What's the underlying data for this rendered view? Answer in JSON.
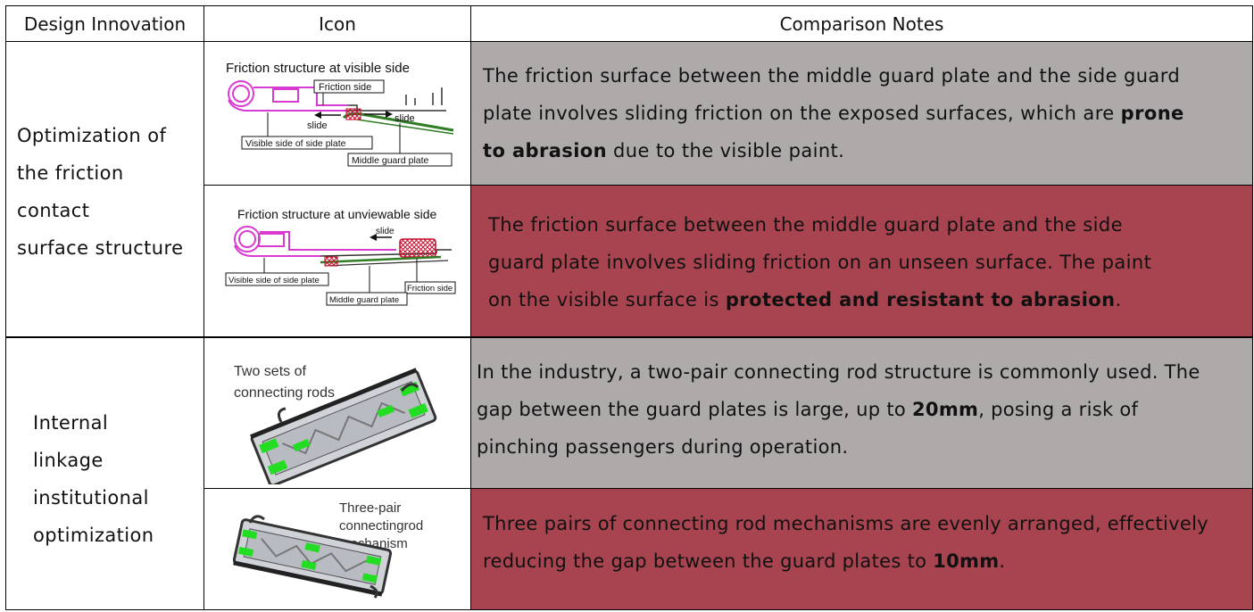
{
  "header": {
    "col1": "Design Innovation",
    "col2": "Icon",
    "col3": "Comparison Notes"
  },
  "rows": [
    {
      "category_lines": [
        "Optimization of",
        "the friction",
        "contact",
        "surface structure"
      ],
      "items": [
        {
          "icon": {
            "title": "Friction structure at visible side",
            "labels": {
              "friction_side": "Friction side",
              "slide_left": "slide",
              "slide_right": "slide",
              "visible_side": "Visible side of side plate",
              "middle_plate": "Middle guard plate"
            }
          },
          "note": {
            "lines": [
              [
                {
                  "t": "The friction surface between the middle guard plate and the side guard"
                }
              ],
              [
                {
                  "t": "plate involves sliding friction on the exposed surfaces, which are "
                },
                {
                  "t": "prone",
                  "b": true
                }
              ],
              [
                {
                  "t": "to abrasion",
                  "b": true
                },
                {
                  "t": " due to the visible paint."
                }
              ]
            ]
          }
        },
        {
          "icon": {
            "title": "Friction structure at unviewable side",
            "labels": {
              "slide": "slide",
              "visible_side": "Visible side of side plate",
              "friction_side": "Friction side",
              "middle_plate": "Middle guard plate"
            }
          },
          "note": {
            "lines": [
              [
                {
                  "t": "The friction surface between the middle guard plate and the side"
                }
              ],
              [
                {
                  "t": "guard plate involves sliding friction on an unseen surface. The paint"
                }
              ],
              [
                {
                  "t": "on the visible surface is "
                },
                {
                  "t": "protected and resistant to abrasion",
                  "b": true
                },
                {
                  "t": "."
                }
              ]
            ]
          }
        }
      ]
    },
    {
      "category_lines": [
        "Internal",
        "linkage",
        "institutional",
        "optimization"
      ],
      "items": [
        {
          "icon": {
            "caption_lines": [
              "Two sets of",
              "connecting rods"
            ]
          },
          "note": {
            "lines": [
              [
                {
                  "t": "In the industry, a two-pair connecting rod structure is commonly used. The"
                }
              ],
              [
                {
                  "t": "gap between the guard plates is large, up to "
                },
                {
                  "t": "20mm",
                  "b": true
                },
                {
                  "t": ", posing a risk of"
                }
              ],
              [
                {
                  "t": "pinching passengers during operation."
                }
              ]
            ]
          }
        },
        {
          "icon": {
            "caption_lines": [
              "Three-pair",
              "connectingrod",
              "mechanism"
            ]
          },
          "note": {
            "lines": [
              [
                {
                  "t": "Three pairs of connecting rod mechanisms are evenly arranged, effectively"
                }
              ],
              [
                {
                  "t": "reducing the gap between the guard plates to "
                },
                {
                  "t": "10mm",
                  "b": true
                },
                {
                  "t": "."
                }
              ]
            ]
          }
        }
      ]
    }
  ],
  "colors": {
    "gray_cell": "#aeaaaa",
    "red_cell": "#a8444f",
    "diagram_magenta": "#d93bd0",
    "diagram_green": "#2f7d25",
    "rod_green": "#22dd22"
  }
}
